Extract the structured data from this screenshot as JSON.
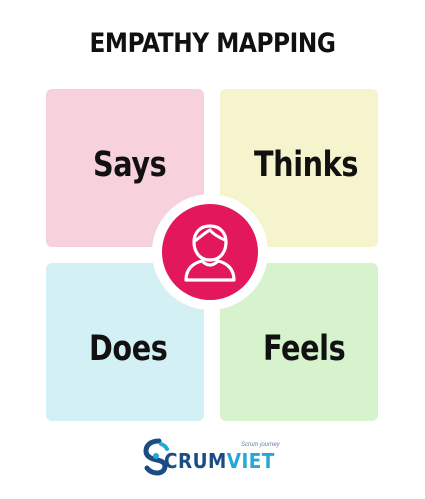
{
  "title": "EMPATHY MAPPING",
  "quadrants": [
    {
      "label": "Says",
      "color": "#f7d2dc"
    },
    {
      "label": "Thinks",
      "color": "#f6f4cc"
    },
    {
      "label": "Does",
      "color": "#d3f0f5"
    },
    {
      "label": "Feels",
      "color": "#d6f3cd"
    }
  ],
  "center": {
    "icon": "user-icon",
    "color": "#e3175c"
  },
  "logo": {
    "part1": "CRUM",
    "part2": "VIET",
    "tagline": "Scrum journey",
    "color1": "#1b4c86",
    "color2": "#23a8d9"
  }
}
